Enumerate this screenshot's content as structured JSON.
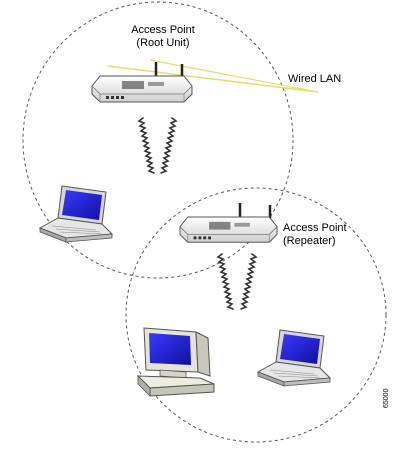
{
  "labels": {
    "root_ap_line1": "Access Point",
    "root_ap_line2": "(Root Unit)",
    "wired_lan": "Wired LAN",
    "repeater_ap_line1": "Access Point",
    "repeater_ap_line2": "(Repeater)"
  },
  "figure_id": "65000",
  "colors": {
    "wired_lan_line": "#e8dc6a",
    "coverage_circle": "#555555",
    "screen_blue": "#2222cc",
    "device_body": "#e8e8e8",
    "device_shadow": "#9a9a9a"
  },
  "icons": {
    "root_ap": "access-point-icon",
    "repeater_ap": "access-point-icon",
    "laptop_left": "laptop-icon",
    "laptop_right": "laptop-icon",
    "desktop": "desktop-computer-icon",
    "radio_link": "radio-wave-icon"
  }
}
